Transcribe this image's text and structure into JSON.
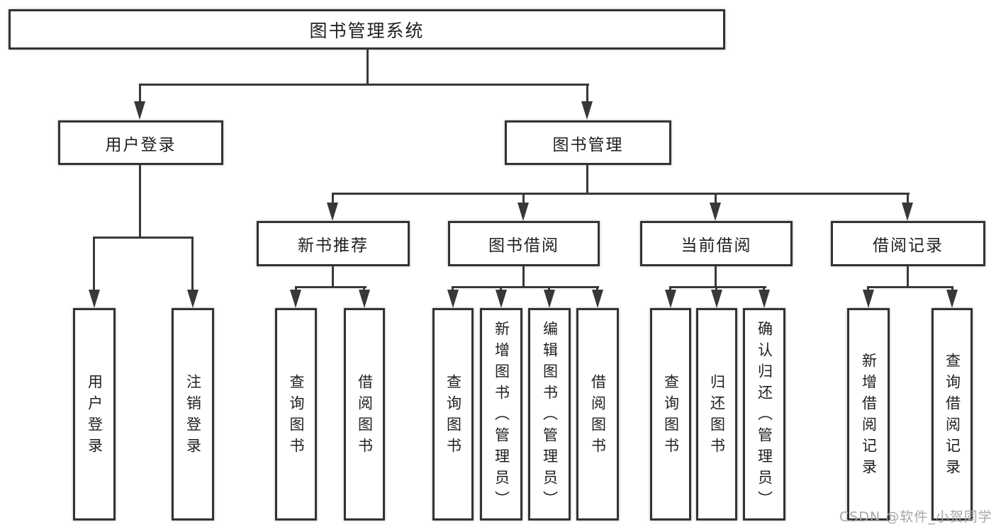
{
  "colors": {
    "line": "#383838",
    "border": "#333333",
    "text": "#1f1f1f",
    "background": "#ffffff",
    "watermark": "#a6a6a6"
  },
  "tree": {
    "root": {
      "label": "图书管理系统"
    },
    "branches": [
      {
        "label": "用户登录",
        "children": [
          {
            "label": "用户登录"
          },
          {
            "label": "注销登录"
          }
        ]
      },
      {
        "label": "图书管理",
        "sections": [
          {
            "label": "新书推荐",
            "children": [
              {
                "label": "查询图书"
              },
              {
                "label": "借阅图书"
              }
            ]
          },
          {
            "label": "图书借阅",
            "children": [
              {
                "label": "查询图书"
              },
              {
                "label": "新增图书（管理员）"
              },
              {
                "label": "编辑图书（管理员）"
              },
              {
                "label": "借阅图书"
              }
            ]
          },
          {
            "label": "当前借阅",
            "children": [
              {
                "label": "查询图书"
              },
              {
                "label": "归还图书"
              },
              {
                "label": "确认归还（管理员）"
              }
            ]
          },
          {
            "label": "借阅记录",
            "children": [
              {
                "label": "新增借阅记录"
              },
              {
                "label": "查询借阅记录"
              }
            ]
          }
        ]
      }
    ]
  },
  "watermark": {
    "text": "CSDN @软件_小贺同学"
  }
}
